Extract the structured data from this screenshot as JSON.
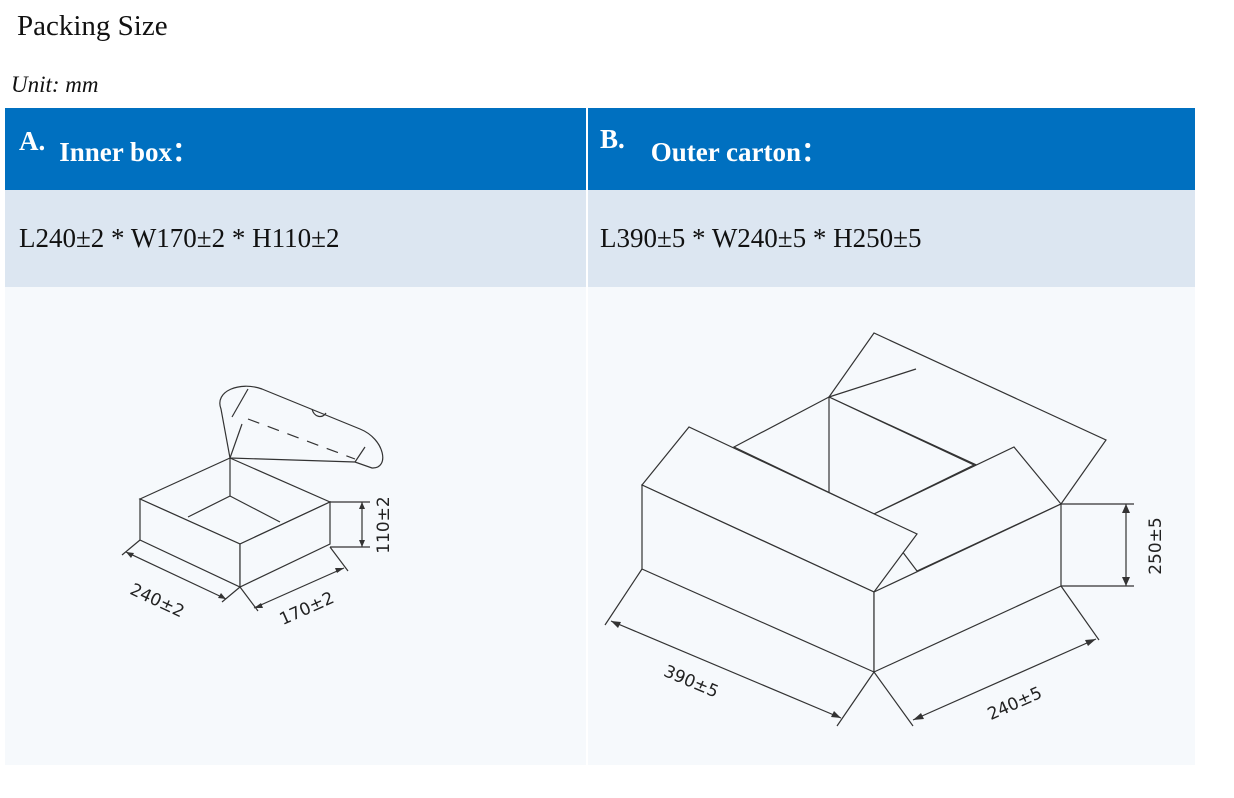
{
  "page_title": "Packing Size",
  "unit": "Unit: mm",
  "inner_box": {
    "letter": "A.",
    "name": "Inner box：",
    "dimensions": "L240±2 * W170±2 * H110±2",
    "dim_length": "240±2",
    "dim_width": "170±2",
    "dim_height": "110±2"
  },
  "outer_carton": {
    "letter": "B.",
    "name": "Outer carton：",
    "dimensions": "L390±5 * W240±5 * H250±5",
    "dim_length": "390±5",
    "dim_width": "240±5",
    "dim_height": "250±5"
  },
  "colors": {
    "header_bg": "#0070c0",
    "dimension_row_bg": "#dce6f1",
    "drawing_bg": "#f6f9fc"
  }
}
